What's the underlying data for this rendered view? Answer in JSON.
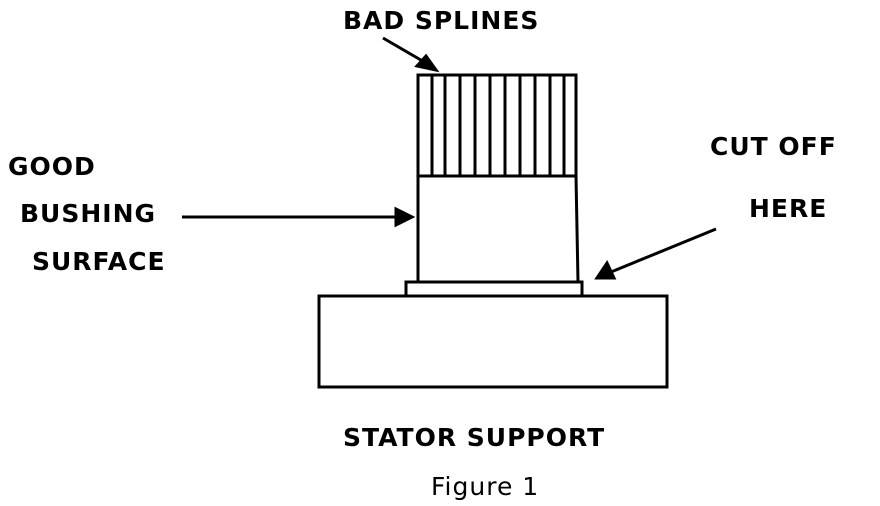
{
  "labels": {
    "bad_splines": "BAD SPLINES",
    "good": "GOOD",
    "bushing": "BUSHING",
    "surface": "SURFACE",
    "cut_off": "CUT OFF",
    "here": "HERE",
    "stator_support": "STATOR SUPPORT"
  },
  "caption": "Figure 1",
  "colors": {
    "ink": "#000000",
    "paper": "#ffffff"
  }
}
